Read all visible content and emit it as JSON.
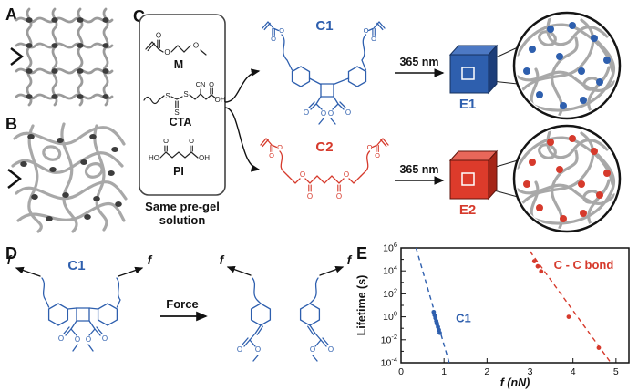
{
  "figure": {
    "panel_labels": {
      "a": "A",
      "b": "B",
      "c": "C",
      "d": "D",
      "e": "E"
    }
  },
  "panel_c": {
    "pregel_box": {
      "m": "M",
      "cta": "CTA",
      "pi": "PI",
      "caption_line1": "Same pre-gel",
      "caption_line2": "solution"
    },
    "crosslinker1_label": "C1",
    "crosslinker2_label": "C2",
    "uv_wavelength": "365 nm",
    "elastomer1_label": "E1",
    "elastomer2_label": "E2"
  },
  "panel_d": {
    "molecule_label": "C1",
    "force_symbol": "f",
    "force_label": "Force"
  },
  "atoms": {
    "o": "O",
    "ho": "HO",
    "oh": "OH",
    "cn": "CN",
    "s": "S"
  },
  "colors": {
    "c1_blue": "#2e5fae",
    "c2_red": "#d63a2c",
    "network_gray": "#a8a8a8",
    "crosslink_dark": "#3d3d3d"
  },
  "chart_data": {
    "type": "scatter",
    "xlabel": "f (nN)",
    "ylabel": "Lifetime (s)",
    "xlim": [
      0,
      5.3
    ],
    "x_ticks": [
      0,
      1,
      2,
      3,
      4,
      5
    ],
    "y_scale": "log",
    "ylim_exp": [
      -4,
      6
    ],
    "y_tick_exponents": [
      6,
      4,
      2,
      0,
      -2,
      -4
    ],
    "grid": false,
    "series": [
      {
        "name": "C1",
        "color": "#2e5fae",
        "points": [
          [
            0.76,
            2.6
          ],
          [
            0.78,
            1.4
          ],
          [
            0.8,
            0.78
          ],
          [
            0.82,
            0.43
          ],
          [
            0.83,
            0.3
          ],
          [
            0.84,
            0.23
          ],
          [
            0.86,
            0.13
          ],
          [
            0.88,
            0.072
          ],
          [
            0.9,
            0.04
          ]
        ],
        "fit_line": {
          "x": [
            0.35,
            1.12
          ],
          "y_exp": [
            6,
            -4
          ]
        },
        "label_pos": [
          1.45,
          0.35
        ]
      },
      {
        "name": "C - C bond",
        "color": "#d63a2c",
        "points": [
          [
            3.1,
            70000
          ],
          [
            3.18,
            25000
          ],
          [
            3.26,
            9000
          ],
          [
            3.9,
            1.0
          ],
          [
            4.6,
            0.002
          ]
        ],
        "fit_line": {
          "x": [
            3.0,
            4.88
          ],
          "y_exp": [
            5.7,
            -4
          ]
        },
        "label_pos": [
          4.25,
          15000
        ]
      }
    ]
  }
}
